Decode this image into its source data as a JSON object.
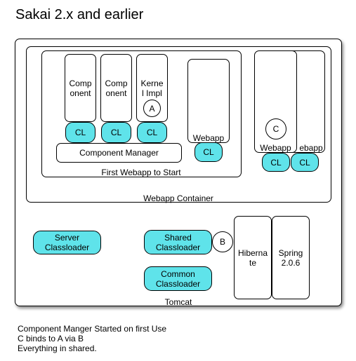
{
  "title": "Sakai 2.x and earlier",
  "tomcat": {
    "label": "Tomcat",
    "webapp_container": {
      "label": "Webapp Container",
      "first_webapp": {
        "label": "First Webapp to Start",
        "components": [
          "Comp\nonent",
          "Comp\nonent",
          "Kerne\nl Impl"
        ],
        "component_cl": "CL",
        "circle_a": "A",
        "component_manager": "Component Manager"
      },
      "webapp": {
        "label": "Webapp",
        "cl": "CL"
      },
      "webapp_right": {
        "label1": "Webapp",
        "label2": "ebapp",
        "cl1": "CL",
        "cl2": "CL",
        "circle_c": "C"
      }
    },
    "server_classloader": "Server\nClassloader",
    "shared_classloader": "Shared\nClassloader",
    "common_classloader": "Common\nClassloader",
    "circle_b": "B",
    "hibernate": "Hiberna\nte",
    "spring": "Spring\n2.0.6"
  },
  "notes": [
    "Component Manger Started on first Use",
    "C binds to A via B",
    "Everything in shared."
  ],
  "colors": {
    "classloader_fill": "#5fe3ea",
    "border": "#000000"
  }
}
